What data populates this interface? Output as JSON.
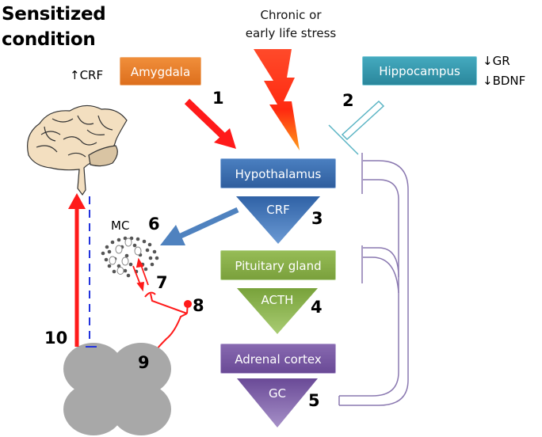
{
  "title": [
    "Sensitized",
    "condition"
  ],
  "stressor": {
    "label_line1": "Chronic or",
    "label_line2": "early life stress"
  },
  "regions": {
    "amygdala": {
      "label": "Amygdala",
      "annotation": "↑CRF",
      "color": "#e8822c"
    },
    "hippocampus": {
      "label": "Hippocampus",
      "annotations": [
        "↓GR",
        "↓BDNF"
      ],
      "color": "#3b9fb3"
    },
    "hypothalamus": {
      "label": "Hypothalamus",
      "hormone": "CRF",
      "color": "#3d6fb0"
    },
    "pituitary": {
      "label": "Pituitary gland",
      "hormone": "ACTH",
      "color": "#8ab04a"
    },
    "adrenal": {
      "label": "Adrenal cortex",
      "hormone": "GC",
      "color": "#7a5ba3"
    }
  },
  "mast_cell": {
    "label": "MC"
  },
  "step_numbers": [
    "1",
    "2",
    "3",
    "4",
    "5",
    "6",
    "7",
    "8",
    "9",
    "10"
  ],
  "colors": {
    "excitatory": "#ff1a1a",
    "crf_arrow": "#4f82bf",
    "feedback": "#8a78b0",
    "inhibit_hippo": "#5ab4c4",
    "organ": "#a8a8a8",
    "dashed": "#2233dd"
  }
}
